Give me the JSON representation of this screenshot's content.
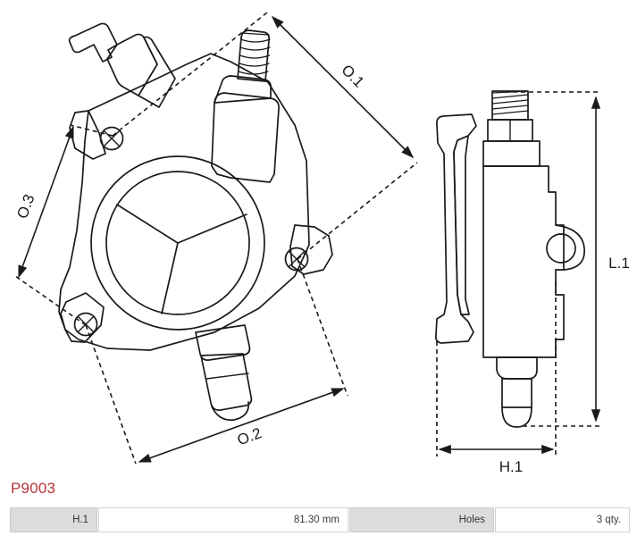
{
  "part": {
    "number": "P9003"
  },
  "drawing": {
    "type": "engineering-technical-drawing",
    "description": "Two orthographic views of a vacuum pump housing: front face view (left) and side profile view (right)",
    "views": [
      {
        "name": "front-view",
        "label": ""
      },
      {
        "name": "side-view",
        "label": ""
      }
    ],
    "dimension_labels": {
      "o1": "O.1",
      "o2": "O.2",
      "o3": "O.3",
      "l1": "L.1",
      "h1": "H.1"
    },
    "features": {
      "mounting_holes": 3,
      "hub_spokes": 3,
      "threaded_port": 1,
      "outlet_spigot": 1
    },
    "line_colors": {
      "outline": "#1a1a1a",
      "dimension": "#1a1a1a",
      "dashed": "#1a1a1a"
    }
  },
  "spec_table": {
    "rows": [
      {
        "label1": "H.1",
        "value1": "81.30 mm",
        "label2": "Holes",
        "value2": "3 qty."
      }
    ]
  },
  "colors": {
    "part_number": "#b7333b",
    "table_header_bg": "#dcdcdc",
    "table_border": "#d3d3d3",
    "background": "#ffffff"
  }
}
